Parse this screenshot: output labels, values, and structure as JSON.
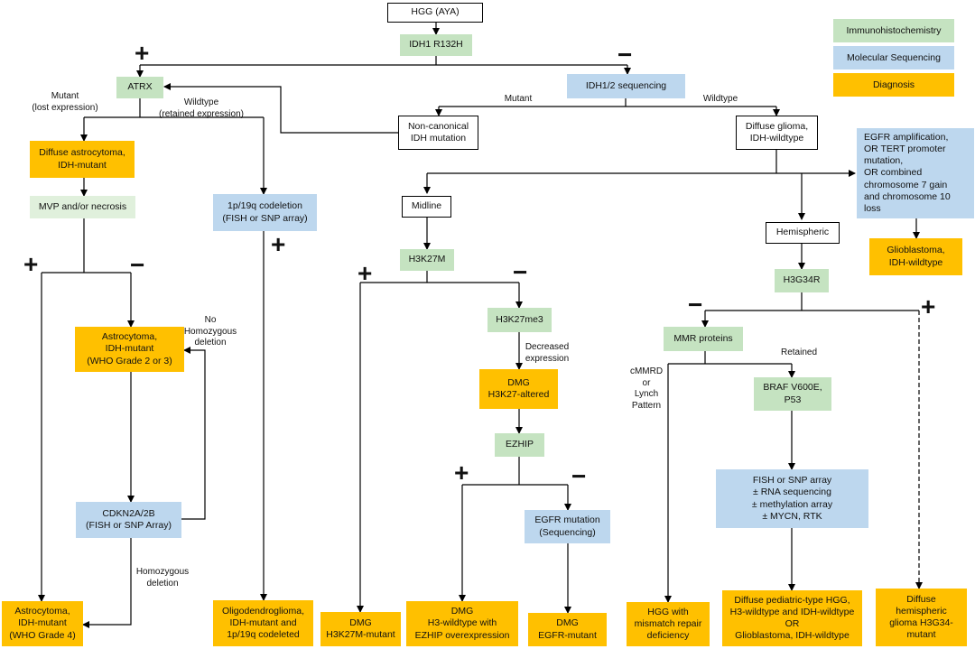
{
  "legend": {
    "ihc": "Immunohistochemistry",
    "molecular": "Molecular Sequencing",
    "diagnosis": "Diagnosis"
  },
  "colors": {
    "ihc": "#c5e3c1",
    "ihc_light": "#e0f0dc",
    "molecular": "#bdd7ee",
    "diagnosis": "#ffc000"
  },
  "nodes": {
    "hgg": "HGG (AYA)",
    "idh1": "IDH1 R132H",
    "atrx": "ATRX",
    "idh_seq": "IDH1/2 sequencing",
    "noncanonical": "Non-canonical\nIDH mutation",
    "diffuse_glioma": "Diffuse glioma,\nIDH-wildtype",
    "diffuse_astro": "Diffuse astrocytoma,\nIDH-mutant",
    "mvp": "MVP and/or necrosis",
    "codeletion": "1p/19q codeletion\n(FISH or SNP array)",
    "egfr_amp": "EGFR amplification,\nOR TERT promoter\nmutation,\nOR combined\nchromosome 7 gain\nand chromosome 10\nloss",
    "midline": "Midline",
    "hemispheric": "Hemispheric",
    "gbm": "Glioblastoma,\nIDH-wildtype",
    "h3k27m": "H3K27M",
    "h3g34r": "H3G34R",
    "astro_g23": "Astrocytoma,\nIDH-mutant\n(WHO Grade 2 or 3)",
    "h3k27me3": "H3K27me3",
    "mmr": "MMR proteins",
    "dmg_altered": "DMG\nH3K27-altered",
    "braf": "BRAF V600E,\nP53",
    "ezhip": "EZHIP",
    "fish_snp": "FISH or SNP array\n± RNA sequencing\n± methylation array\n± MYCN, RTK",
    "cdkn2a": "CDKN2A/2B\n(FISH or SNP Array)",
    "egfr_mut": "EGFR mutation\n(Sequencing)",
    "astro_g4": "Astrocytoma,\nIDH-mutant\n(WHO Grade 4)",
    "oligo": "Oligodendroglioma,\nIDH-mutant and\n1p/19q codeleted",
    "dmg_k27m": "DMG\nH3K27M-mutant",
    "dmg_ezhip": "DMG\nH3-wildtype with\nEZHIP overexpression",
    "dmg_egfr": "DMG\nEGFR-mutant",
    "hgg_mmr": "HGG with\nmismatch repair\ndeficiency",
    "diffuse_ped": "Diffuse pediatric-type HGG,\nH3-wildtype and IDH-wildtype\nOR\nGlioblastoma, IDH-wildtype",
    "diffuse_hemi": "Diffuse\nhemispheric\nglioma H3G34-\nmutant"
  },
  "labels": {
    "mutant_lost": "Mutant\n(lost expression)",
    "wildtype_retained": "Wildtype\n(retained expression)",
    "mutant": "Mutant",
    "wildtype": "Wildtype",
    "no_homozygous": "No\nHomozygous\ndeletion",
    "homozygous": "Homozygous\ndeletion",
    "decreased": "Decreased\nexpression",
    "retained": "Retained",
    "cmmrd": "cMMRD\nor\nLynch\nPattern"
  },
  "signs": {
    "plus": "+",
    "minus": "−"
  }
}
